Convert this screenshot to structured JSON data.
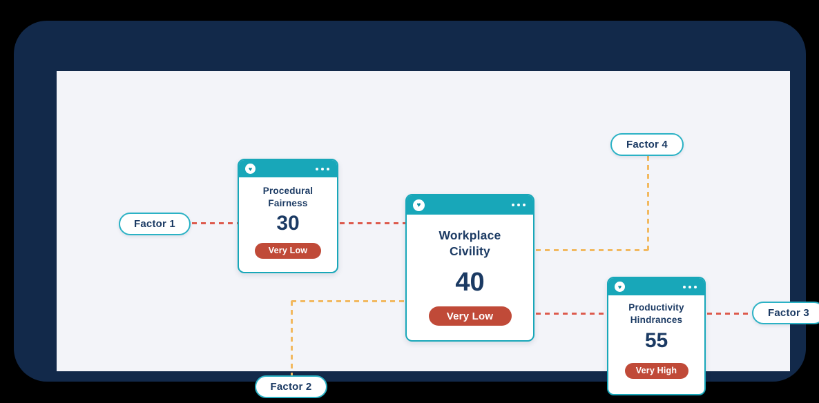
{
  "colors": {
    "page_background": "#000000",
    "frame_navy": "#12294a",
    "panel_light": "#f3f4f9",
    "teal_accent": "#18a7b9",
    "pill_border_teal": "#2bb2c5",
    "navy_text": "#1b3a63",
    "badge_red": "#c04a38",
    "dash_red": "#dd5a4d",
    "dash_yellow": "#f2b960"
  },
  "icons": {
    "header_logo": "heart-circle-icon",
    "header_menu": "three-dots-icon",
    "logo_glyph": "♥"
  },
  "factors": [
    {
      "label": "Factor 1"
    },
    {
      "label": "Factor 2"
    },
    {
      "label": "Factor 3"
    },
    {
      "label": "Factor 4"
    }
  ],
  "cards": [
    {
      "title": "Procedural Fairness",
      "value": "30",
      "badge": "Very Low"
    },
    {
      "title": "Workplace Civility",
      "value": "40",
      "badge": "Very Low"
    },
    {
      "title": "Productivity Hindrances",
      "value": "55",
      "badge": "Very High"
    }
  ]
}
